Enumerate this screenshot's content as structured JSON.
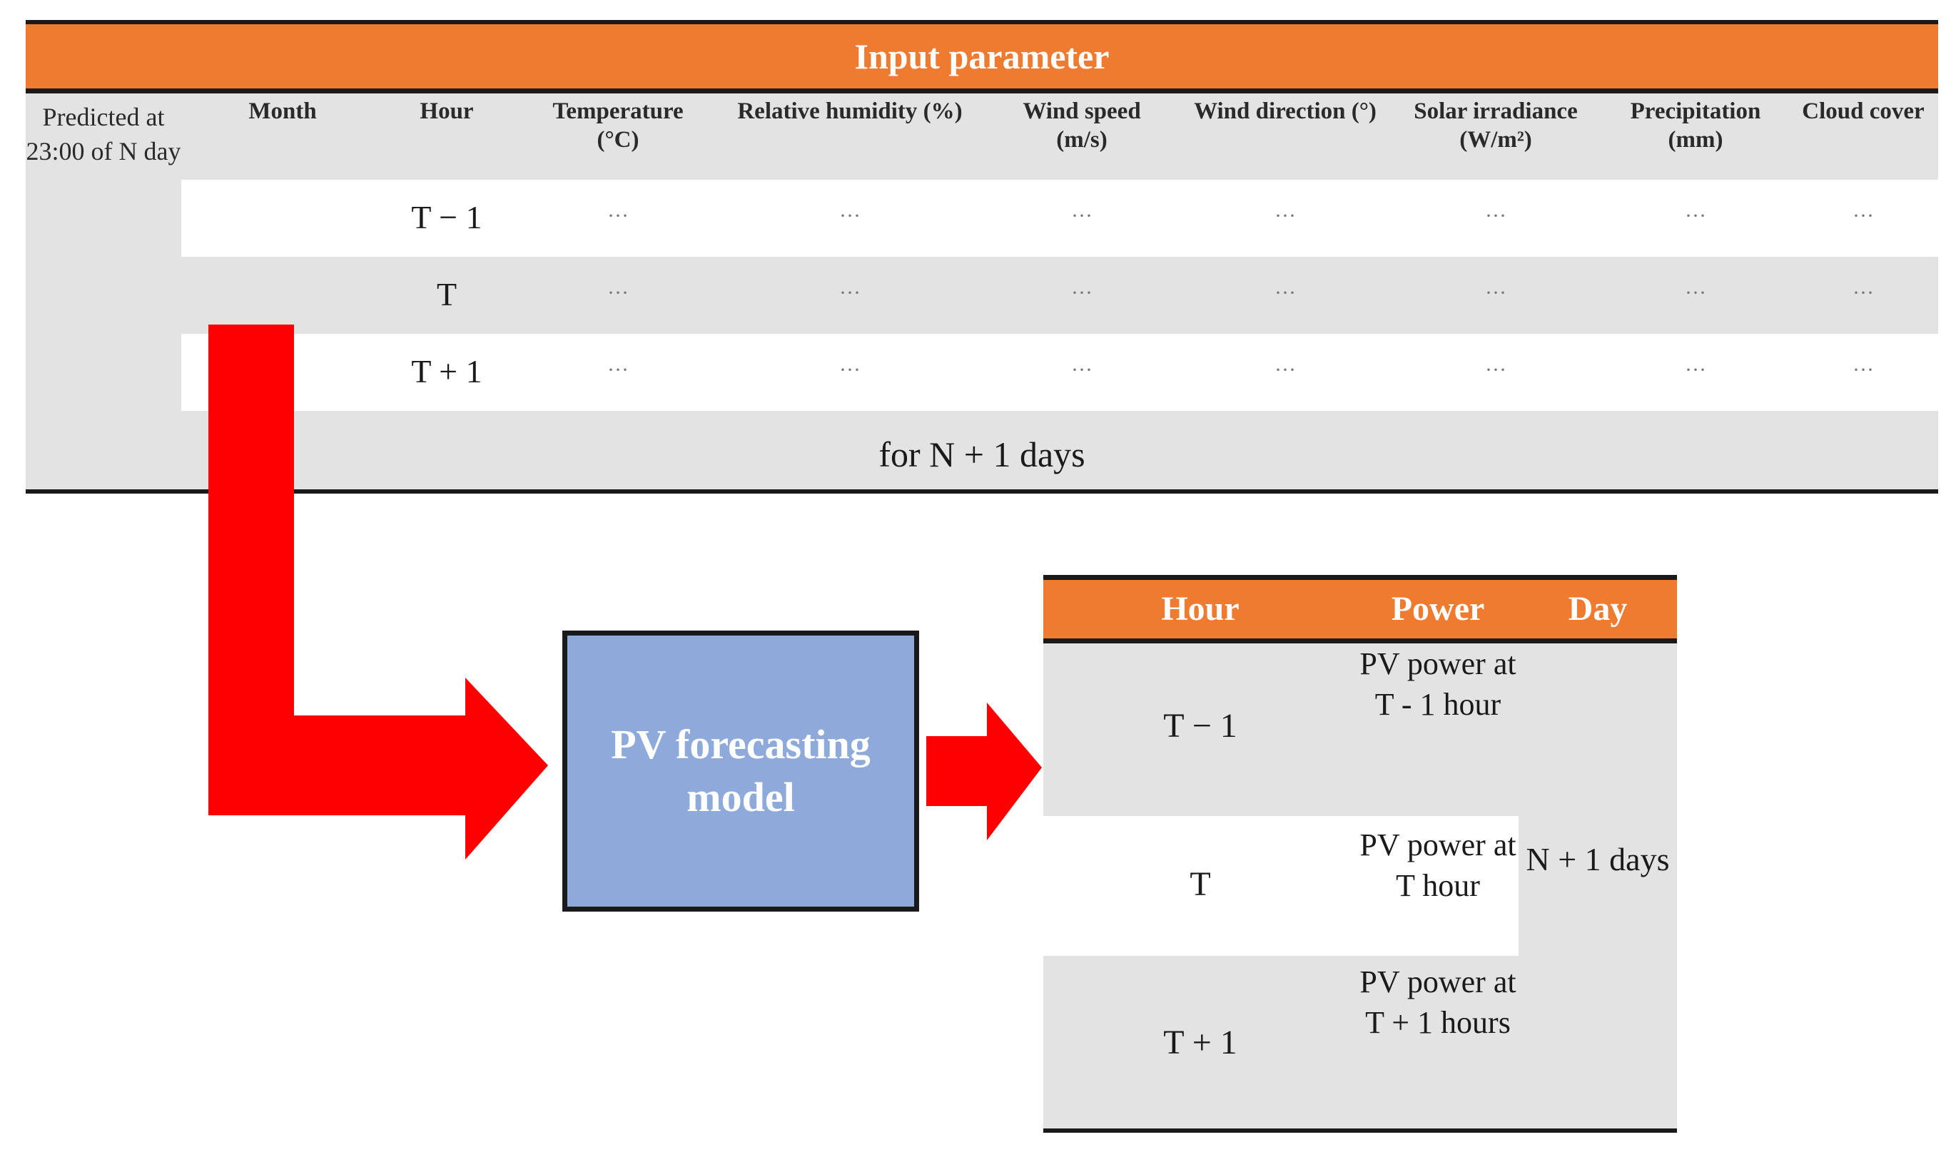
{
  "input_table": {
    "title": "Input parameter",
    "predicted_label": "Predicted at 23:00 of N day",
    "headers": {
      "month": "Month",
      "hour": "Hour",
      "temperature": "Temperature (°C)",
      "humidity": "Relative humidity (%)",
      "wind_speed": "Wind speed (m/s)",
      "wind_direction": "Wind direction (°)",
      "solar": "Solar irradiance (W/m²)",
      "precipitation": "Precipitation (mm)",
      "cloud": "Cloud cover"
    },
    "rows": [
      {
        "hour": "T − 1",
        "cell": "···"
      },
      {
        "hour": "T",
        "cell": "···"
      },
      {
        "hour": "T + 1",
        "cell": "···"
      }
    ],
    "footer": "for N + 1 days"
  },
  "model": {
    "label": "PV forecasting model"
  },
  "output_table": {
    "headers": {
      "hour": "Hour",
      "power": "Power",
      "day": "Day"
    },
    "rows": [
      {
        "hour": "T − 1",
        "power": "PV power at T - 1 hour"
      },
      {
        "hour": "T",
        "power": "PV power at T hour"
      },
      {
        "hour": "T + 1",
        "power": "PV power at T + 1 hours"
      }
    ],
    "day": "N + 1 days"
  },
  "colors": {
    "header_orange": "#ee7b30",
    "table_grey": "#e3e3e3",
    "model_blue": "#8eaadb",
    "arrow_red": "#ff0000"
  }
}
